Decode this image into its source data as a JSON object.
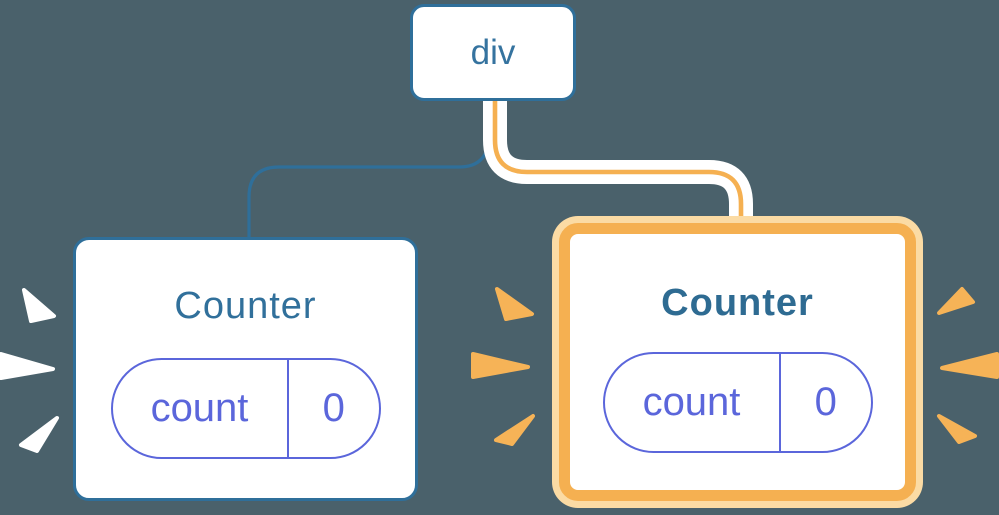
{
  "palette": {
    "background": "#4A616B",
    "edge_blue": "#2F6F9A",
    "node_blue": "#35739F",
    "title_blue": "#31709B",
    "pill_purple": "#5B66DB",
    "highlight_orange": "#F5B051",
    "highlight_orange_light": "#FBDBA4",
    "white": "#FFFFFF"
  },
  "tree": {
    "root": {
      "label": "div"
    },
    "children": [
      {
        "label": "Counter",
        "highlighted": false,
        "spark_color": "white",
        "state": {
          "key": "count",
          "value": "0"
        }
      },
      {
        "label": "Counter",
        "highlighted": true,
        "spark_color": "orange",
        "state": {
          "key": "count",
          "value": "0"
        }
      }
    ]
  }
}
